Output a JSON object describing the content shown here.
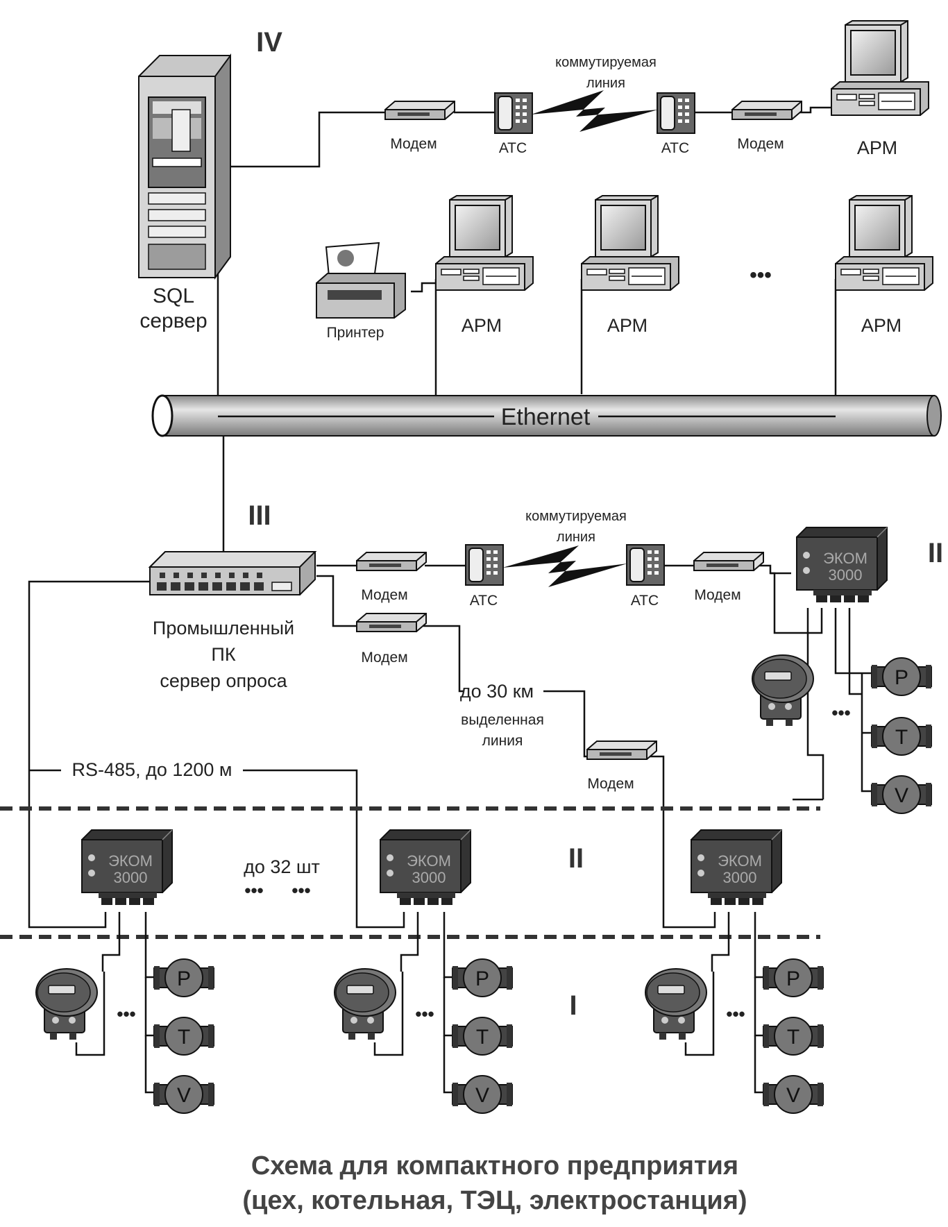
{
  "levels": {
    "iv": "IV",
    "iii": "III",
    "ii_right": "II",
    "ii_mid": "II",
    "i": "I"
  },
  "switched_line": {
    "top": [
      "коммутируемая",
      "линия"
    ],
    "mid": [
      "коммутируемая",
      "линия"
    ]
  },
  "labels": {
    "modem": "Модем",
    "ats": "АТС",
    "arm": "АРМ",
    "printer": "Принтер",
    "sql_server": [
      "SQL",
      "сервер"
    ],
    "ethernet": "Ethernet",
    "industrial_pc": [
      "Промышленный",
      "ПК",
      "сервер опроса"
    ],
    "dedicated_distance": "до 30 км",
    "dedicated_line": [
      "выделенная",
      "линия"
    ],
    "rs485": "RS-485, до 1200 м",
    "up_to_32": "до 32 шт",
    "ekom_name": "ЭКОМ",
    "ekom_model": "3000",
    "sensor_p": "P",
    "sensor_t": "T",
    "sensor_v": "V",
    "ellipsis": "•••"
  },
  "caption": [
    "Схема для компактного предприятия",
    "(цех, котельная, ТЭЦ, электростанция)"
  ]
}
